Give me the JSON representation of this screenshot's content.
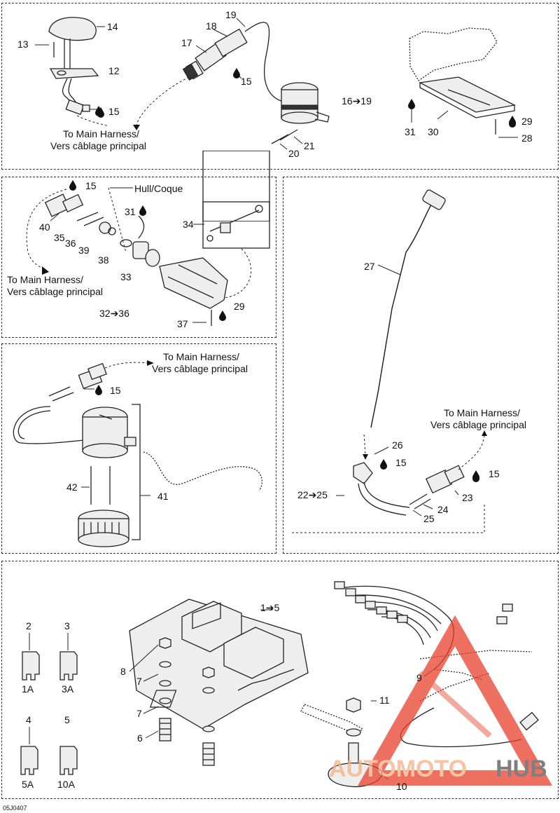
{
  "figure_code": "05J0407",
  "watermark": {
    "brand_a": "AUTOMOTO",
    "brand_b": "HUB",
    "triangle_color": "#e8412c"
  },
  "harness_note": [
    "To Main Harness/",
    "Vers câblage principal"
  ],
  "hull_note": "Hull/Coque",
  "panel1": {
    "labels": [
      "14",
      "13",
      "12",
      "15",
      "19",
      "18",
      "17",
      "15",
      "16➔19",
      "31",
      "30",
      "29",
      "28",
      "21",
      "20"
    ]
  },
  "panel2": {
    "labels": [
      "15",
      "31",
      "34",
      "40",
      "35",
      "36",
      "39",
      "38",
      "33",
      "29",
      "32➔36",
      "37"
    ]
  },
  "panel3": {
    "labels": [
      "15",
      "42",
      "41"
    ]
  },
  "panel4": {
    "labels": [
      "27",
      "26",
      "15",
      "15",
      "22➔25",
      "23",
      "24",
      "25"
    ]
  },
  "panel5": {
    "fuses": [
      {
        "num": "2",
        "rating": "1A"
      },
      {
        "num": "3",
        "rating": "3A"
      },
      {
        "num": "4",
        "rating": "5A"
      },
      {
        "num": "5",
        "rating": "10A"
      }
    ],
    "labels": [
      "1➔5",
      "8",
      "7",
      "7",
      "6",
      "9",
      "11",
      "10"
    ]
  },
  "icons": {
    "drop": "oil-drop-icon"
  }
}
